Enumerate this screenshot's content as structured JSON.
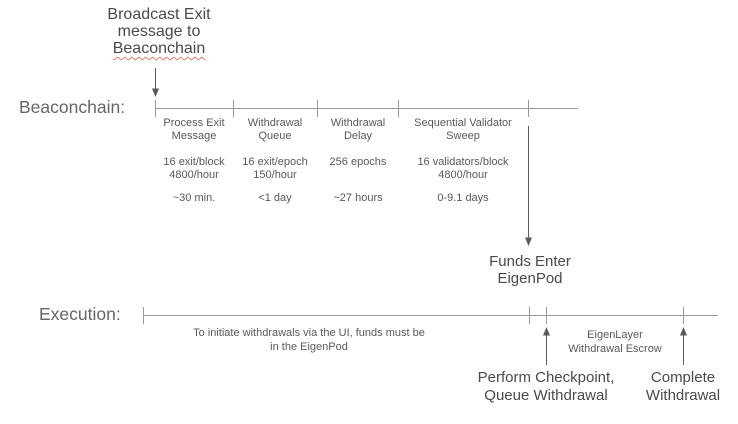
{
  "colors": {
    "background": "#ffffff",
    "text_primary": "#4a4a4a",
    "text_secondary": "#595959",
    "label_gray": "#666666",
    "line_gray": "#999999",
    "arrow_gray": "#5b5b5b",
    "spellcheck_underline_red": "#dd7e6b"
  },
  "broadcast_annotation": {
    "line1": "Broadcast Exit",
    "line2": "message to",
    "line3": "Beaconchain"
  },
  "beaconchain": {
    "label": "Beaconchain:",
    "segments": [
      {
        "name": "Process Exit\nMessage",
        "rate": "16 exit/block\n4800/hour",
        "duration": "~30 min."
      },
      {
        "name": "Withdrawal\nQueue",
        "rate": "16 exit/epoch\n150/hour",
        "duration": "<1 day"
      },
      {
        "name": "Withdrawal\nDelay",
        "rate": "256 epochs",
        "duration": "~27 hours"
      },
      {
        "name": "Sequential Validator\nSweep",
        "rate": "16 validators/block\n4800/hour",
        "duration": "0-9.1 days"
      }
    ],
    "funds_enter_label": "Funds Enter\nEigenPod"
  },
  "execution": {
    "label": "Execution:",
    "note": "To initiate withdrawals via the UI, funds must be\nin the EigenPod",
    "escrow_label": "EigenLayer\nWithdrawal Escrow",
    "checkpoint_label": "Perform Checkpoint,\nQueue Withdrawal",
    "complete_label": "Complete\nWithdrawal"
  }
}
